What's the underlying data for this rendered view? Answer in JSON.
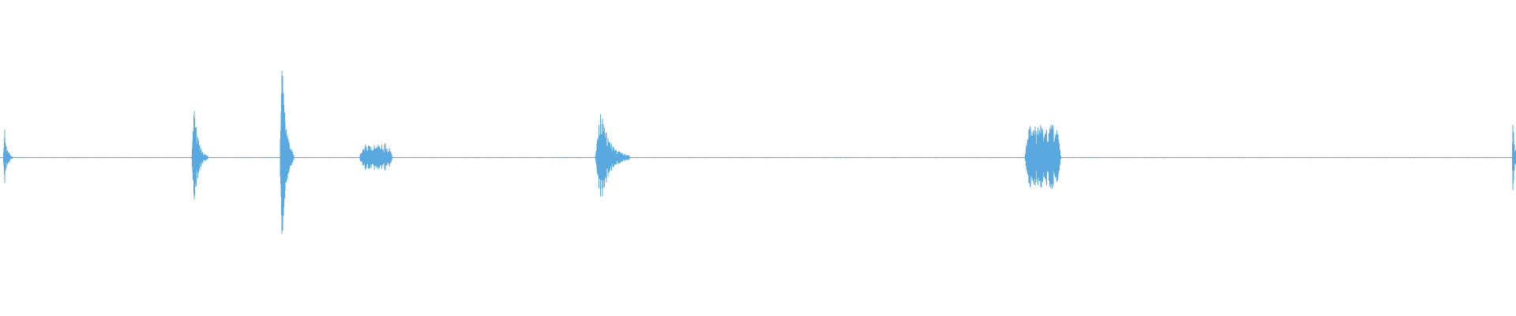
{
  "waveform": {
    "color": "#5aa8e0",
    "background": "#ffffff",
    "baseline_amplitude": 0.005,
    "bursts": [
      {
        "position": 0.003,
        "amplitude": 0.16,
        "duration": 0.006,
        "shape": "decay"
      },
      {
        "position": 0.128,
        "amplitude": 0.27,
        "duration": 0.01,
        "shape": "decay"
      },
      {
        "position": 0.186,
        "amplitude": 0.55,
        "duration": 0.009,
        "shape": "decay"
      },
      {
        "position": 0.248,
        "amplitude": 0.08,
        "duration": 0.022,
        "shape": "flat"
      },
      {
        "position": 0.396,
        "amplitude": 0.26,
        "duration": 0.022,
        "shape": "decay"
      },
      {
        "position": 0.688,
        "amplitude": 0.19,
        "duration": 0.024,
        "shape": "flat"
      },
      {
        "position": 0.998,
        "amplitude": 0.21,
        "duration": 0.004,
        "shape": "decay"
      }
    ]
  }
}
